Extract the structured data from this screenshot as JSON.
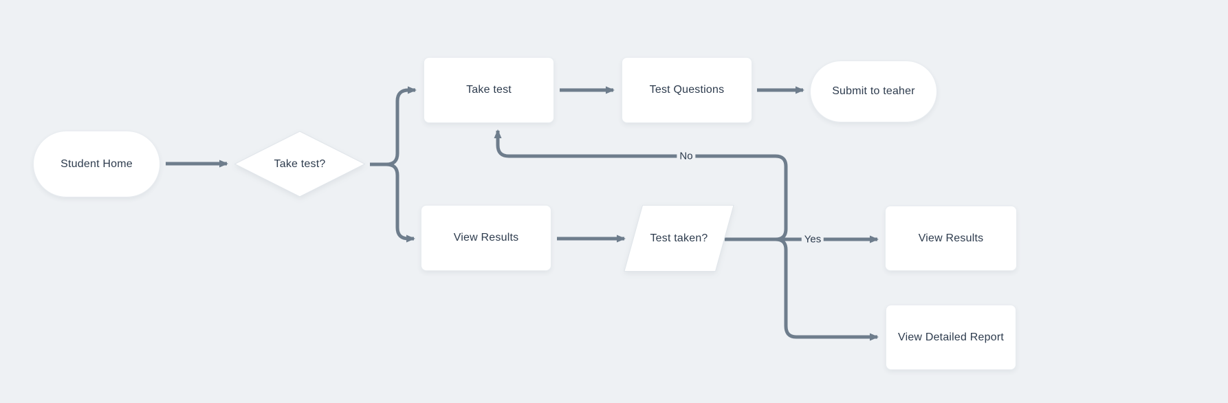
{
  "canvas": {
    "background_color": "#eef1f4",
    "shape_fill_color": "#ffffff",
    "connector_color": "#6e7d8c",
    "text_color": "#2d3b4d"
  },
  "nodes": {
    "student_home": {
      "label": "Student Home",
      "shape": "terminator"
    },
    "take_test_decision": {
      "label": "Take test?",
      "shape": "decision"
    },
    "take_test": {
      "label": "Take test",
      "shape": "process"
    },
    "test_questions": {
      "label": "Test Questions",
      "shape": "process"
    },
    "submit_to_teacher": {
      "label": "Submit to teaher",
      "shape": "terminator"
    },
    "view_results": {
      "label": "View Results",
      "shape": "process"
    },
    "test_taken": {
      "label": "Test taken?",
      "shape": "data"
    },
    "view_results_final": {
      "label": "View Results",
      "shape": "process"
    },
    "view_detailed_report": {
      "label": "View Detailed Report",
      "shape": "process"
    }
  },
  "edges": {
    "yes_label": "Yes",
    "no_label": "No"
  },
  "connections": [
    {
      "from": "Student Home",
      "to": "Take test?",
      "label": ""
    },
    {
      "from": "Take test?",
      "to": "Take test",
      "label": ""
    },
    {
      "from": "Take test?",
      "to": "View Results",
      "label": ""
    },
    {
      "from": "Take test",
      "to": "Test Questions",
      "label": ""
    },
    {
      "from": "Test Questions",
      "to": "Submit to teaher",
      "label": ""
    },
    {
      "from": "View Results",
      "to": "Test taken?",
      "label": ""
    },
    {
      "from": "Test taken?",
      "to": "View Results",
      "label": "Yes"
    },
    {
      "from": "Test taken?",
      "to": "Take test",
      "label": "No"
    },
    {
      "from": "Test taken?",
      "to": "View Detailed Report",
      "label": ""
    }
  ]
}
